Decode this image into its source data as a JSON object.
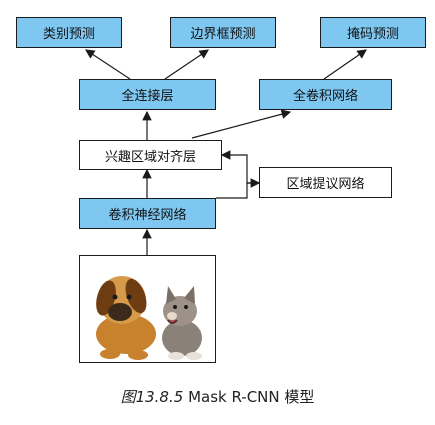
{
  "diagram": {
    "nodes": {
      "class_pred": "类别预测",
      "bbox_pred": "边界框预测",
      "mask_pred": "掩码预测",
      "fc_layer": "全连接层",
      "fcn": "全卷积网络",
      "roi_align": "兴趣区域对齐层",
      "rpn": "区域提议网络",
      "cnn": "卷积神经网络"
    },
    "image_content": "dog and cat photo"
  },
  "caption": {
    "figure": "图13.8.5",
    "title": "Mask R-CNN 模型"
  }
}
